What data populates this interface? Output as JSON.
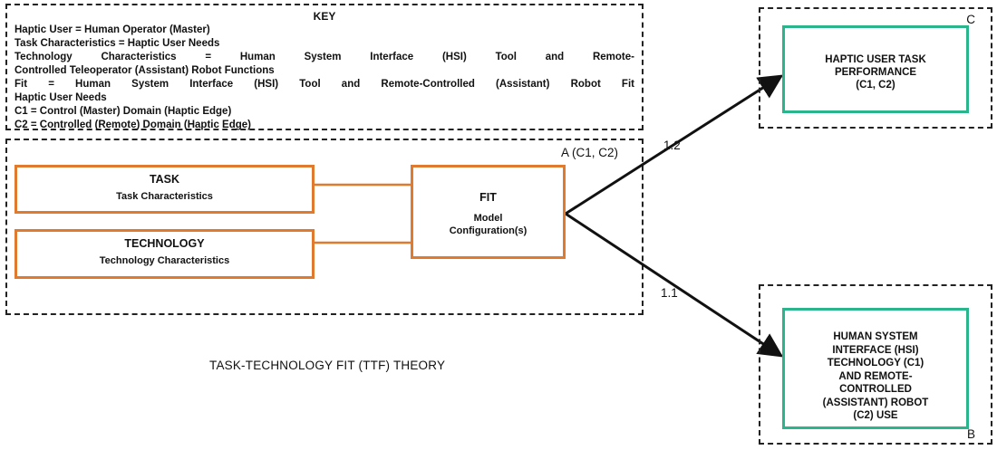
{
  "key": {
    "title": "KEY",
    "lines": [
      "Haptic User = Human Operator (Master)",
      "Task Characteristics = Haptic User Needs",
      "Technology Characteristics = Human System Interface (HSI) Tool and Remote-",
      "Controlled Teleoperator (Assistant) Robot Functions",
      "Fit = Human System Interface (HSI) Tool and Remote-Controlled (Assistant) Robot Fit",
      "Haptic User Needs",
      "C1 = Control (Master) Domain (Haptic Edge)",
      "C2 = Controlled (Remote) Domain (Haptic Edge)"
    ]
  },
  "region_a": {
    "label": "A (C1, C2)"
  },
  "task_box": {
    "title": "TASK",
    "subtitle": "Task Characteristics"
  },
  "technology_box": {
    "title": "TECHNOLOGY",
    "subtitle": "Technology Characteristics"
  },
  "fit_box": {
    "title": "FIT",
    "line1": "Model",
    "line2": "Configuration(s)"
  },
  "theory_label": "TASK-TECHNOLOGY FIT (TTF) THEORY",
  "region_c": {
    "label": "C",
    "lines": [
      "HAPTIC USER TASK",
      "PERFORMANCE",
      "(C1, C2)"
    ]
  },
  "region_b": {
    "label": "B",
    "lines": [
      "HUMAN SYSTEM",
      "INTERFACE (HSI)",
      "TECHNOLOGY (C1)",
      "AND REMOTE-",
      "CONTROLLED",
      "(ASSISTANT) ROBOT",
      "(C2) USE"
    ]
  },
  "arrows": {
    "upper": "1.2",
    "lower": "1.1"
  },
  "colors": {
    "task_tech_fit_border": "#e07a2e",
    "outcome_border": "#2bb58c",
    "lines": "#111111"
  }
}
